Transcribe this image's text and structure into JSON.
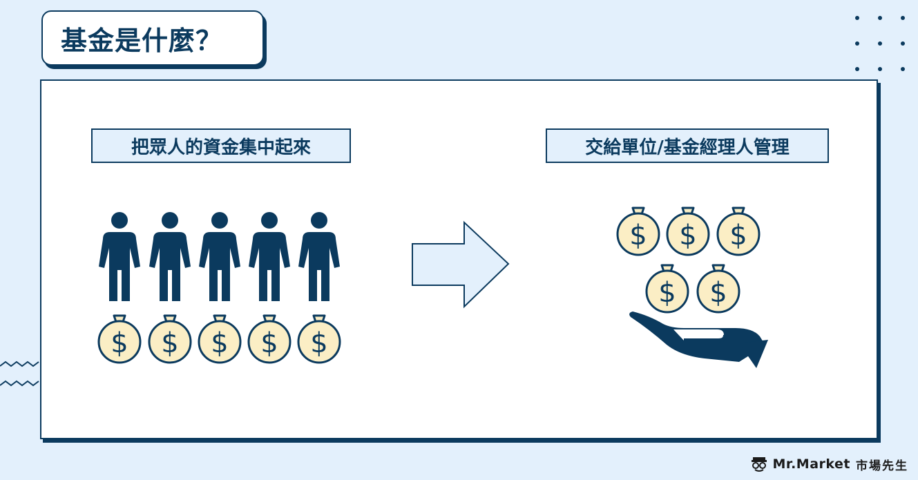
{
  "title": "基金是什麼？",
  "left_label": "把眾人的資金集中起來",
  "right_label": "交給單位/基金經理人管理",
  "brand": {
    "name": "Mr.Market",
    "chinese_name": "市場先生"
  },
  "icons": {
    "person": "person-icon",
    "money_bag": "money-bag-icon",
    "arrow": "right-arrow-icon",
    "hand": "open-hand-icon",
    "logo": "mr-market-logo-icon"
  },
  "colors": {
    "background": "#e3f0fc",
    "navy": "#0b3a5e",
    "bag_fill": "#fbeec5",
    "arrow_fill": "#e3f0fc"
  }
}
